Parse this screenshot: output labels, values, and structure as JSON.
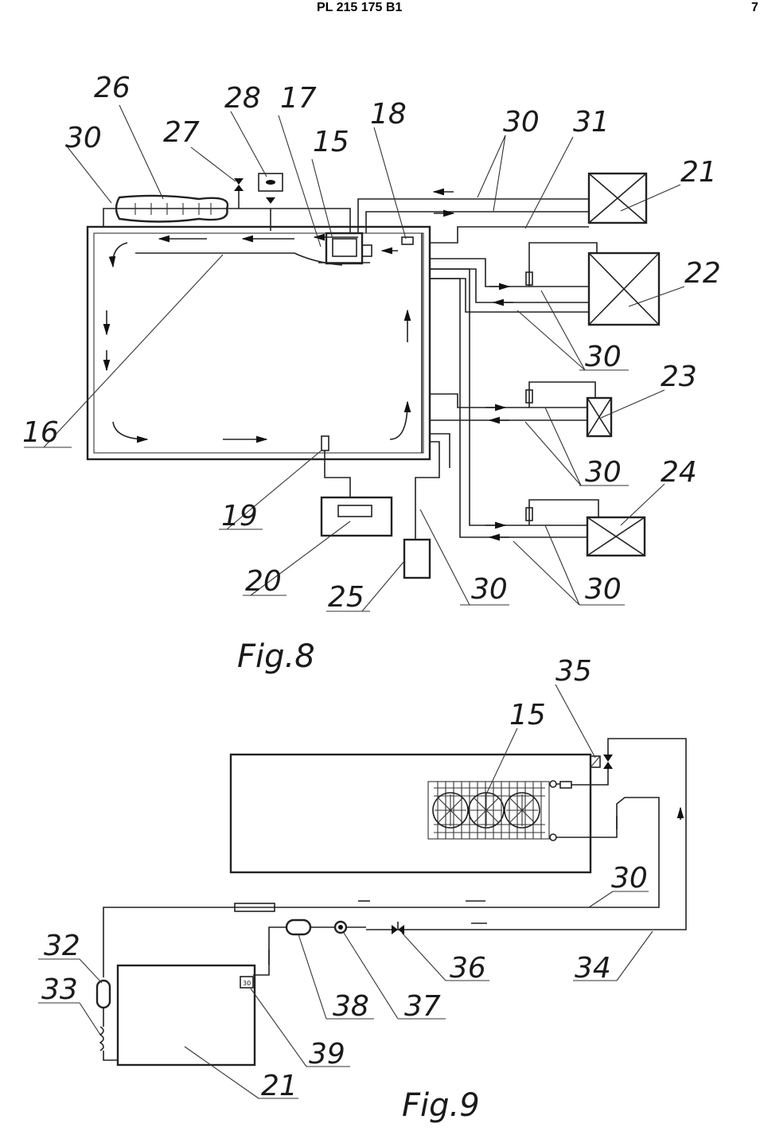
{
  "header": {
    "patent_number": "PL 215 175 B1",
    "page_number": "7"
  },
  "figures": {
    "fig8": {
      "caption": "Fig.8"
    },
    "fig9": {
      "caption": "Fig.9"
    }
  },
  "labels": {
    "l26": "26",
    "l28": "28",
    "l17": "17",
    "l30a": "30",
    "l27": "27",
    "l15a": "15",
    "l18": "18",
    "l30b": "30",
    "l31": "31",
    "l21a": "21",
    "l22": "22",
    "l16": "16",
    "l30c": "30",
    "l23": "23",
    "l30d": "30",
    "l24": "24",
    "l19": "19",
    "l20": "20",
    "l25": "25",
    "l30e": "30",
    "l30f": "30",
    "l35": "35",
    "l15b": "15",
    "l30g": "30",
    "l32": "32",
    "l33": "33",
    "l36": "36",
    "l34": "34",
    "l38": "38",
    "l37": "37",
    "l39": "39",
    "l21b": "21"
  },
  "badge_39": "30"
}
